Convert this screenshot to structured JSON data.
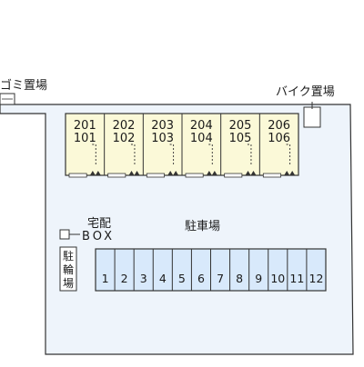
{
  "labels": {
    "garbage": "ゴミ置場",
    "bike": "バイク置場",
    "delivery": "宅配",
    "box": "BOX",
    "parking": "駐車場",
    "bicycle": [
      "駐",
      "輪",
      "場"
    ]
  },
  "units": [
    {
      "upper": "201",
      "lower": "101"
    },
    {
      "upper": "202",
      "lower": "102"
    },
    {
      "upper": "203",
      "lower": "103"
    },
    {
      "upper": "204",
      "lower": "104"
    },
    {
      "upper": "205",
      "lower": "105"
    },
    {
      "upper": "206",
      "lower": "106"
    }
  ],
  "parking_slots": [
    "1",
    "2",
    "3",
    "4",
    "5",
    "6",
    "7",
    "8",
    "9",
    "10",
    "11",
    "12"
  ],
  "colors": {
    "ground": "#eef4fb",
    "building": "#fbf9d8",
    "parking": "#d8e9fb",
    "outline": "#333333"
  }
}
